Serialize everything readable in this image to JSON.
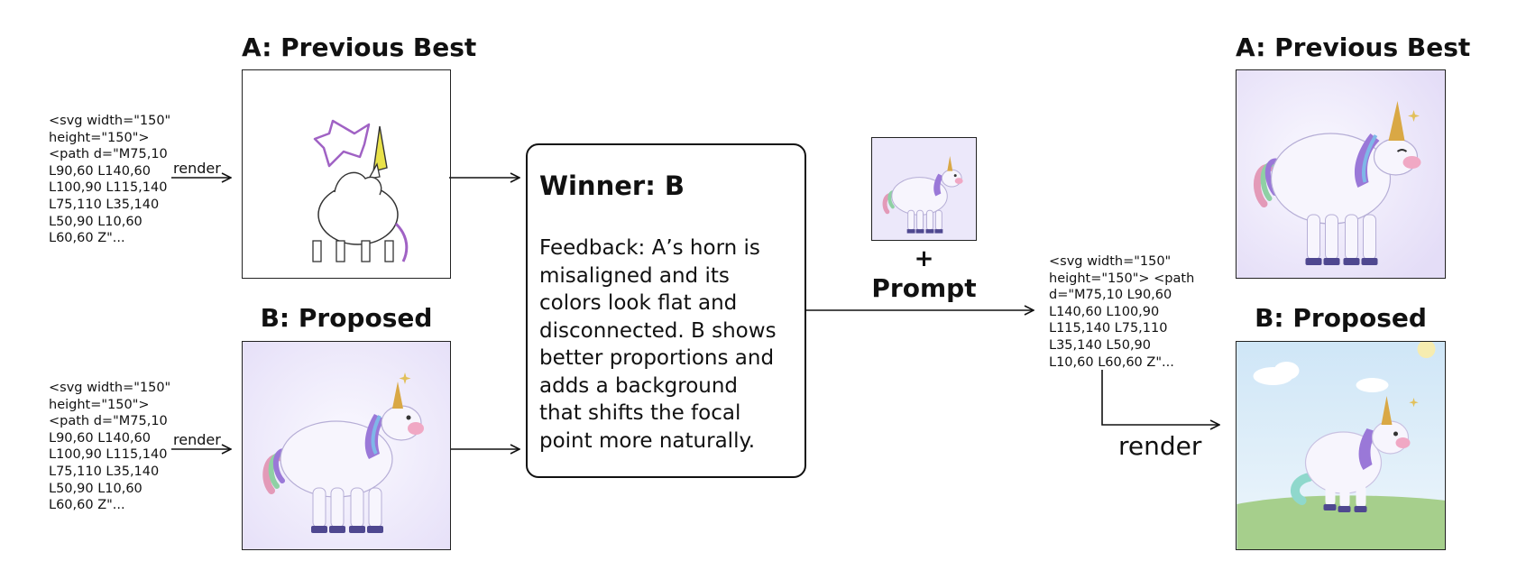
{
  "left": {
    "panel_a_title": "A: Previous Best",
    "panel_b_title": "B: Proposed",
    "code_a": "<svg width=\"150\"\nheight=\"150\">\n<path d=\"M75,10\nL90,60 L140,60\nL100,90 L115,140\nL75,110 L35,140\nL50,90 L10,60\nL60,60 Z\"...",
    "code_b": "<svg width=\"150\"\nheight=\"150\">\n<path d=\"M75,10\nL90,60 L140,60\nL100,90 L115,140\nL75,110 L35,140\nL50,90 L10,60\nL60,60 Z\"...",
    "render_label_a": "render",
    "render_label_b": "render"
  },
  "winner": {
    "title": "Winner: B",
    "feedback": "Feedback: A’s horn is\nmisaligned and its\ncolors look flat and\ndisconnected. B shows\nbetter proportions and\nadds a background\nthat shifts the focal\npoint more naturally."
  },
  "middle": {
    "plus": "+",
    "prompt_label": "Prompt"
  },
  "right": {
    "code": "<svg width=\"150\"\nheight=\"150\"> <path\nd=\"M75,10 L90,60\nL140,60 L100,90\nL115,140 L75,110\nL35,140 L50,90\nL10,60 L60,60 Z\"...",
    "render_label": "render",
    "panel_a_title": "A: Previous Best",
    "panel_b_title": "B: Proposed"
  },
  "colors": {
    "lavender_bg": "#ece8fa",
    "unicorn_body": "#f7f5fd",
    "outline": "#8e84b4",
    "horn": "#d9a845",
    "mane_purple": "#9a78d8",
    "hooves": "#4f4890",
    "sky": "#d9ecf8",
    "grass": "#a6cf8c",
    "star_purple": "#a86ad0"
  }
}
